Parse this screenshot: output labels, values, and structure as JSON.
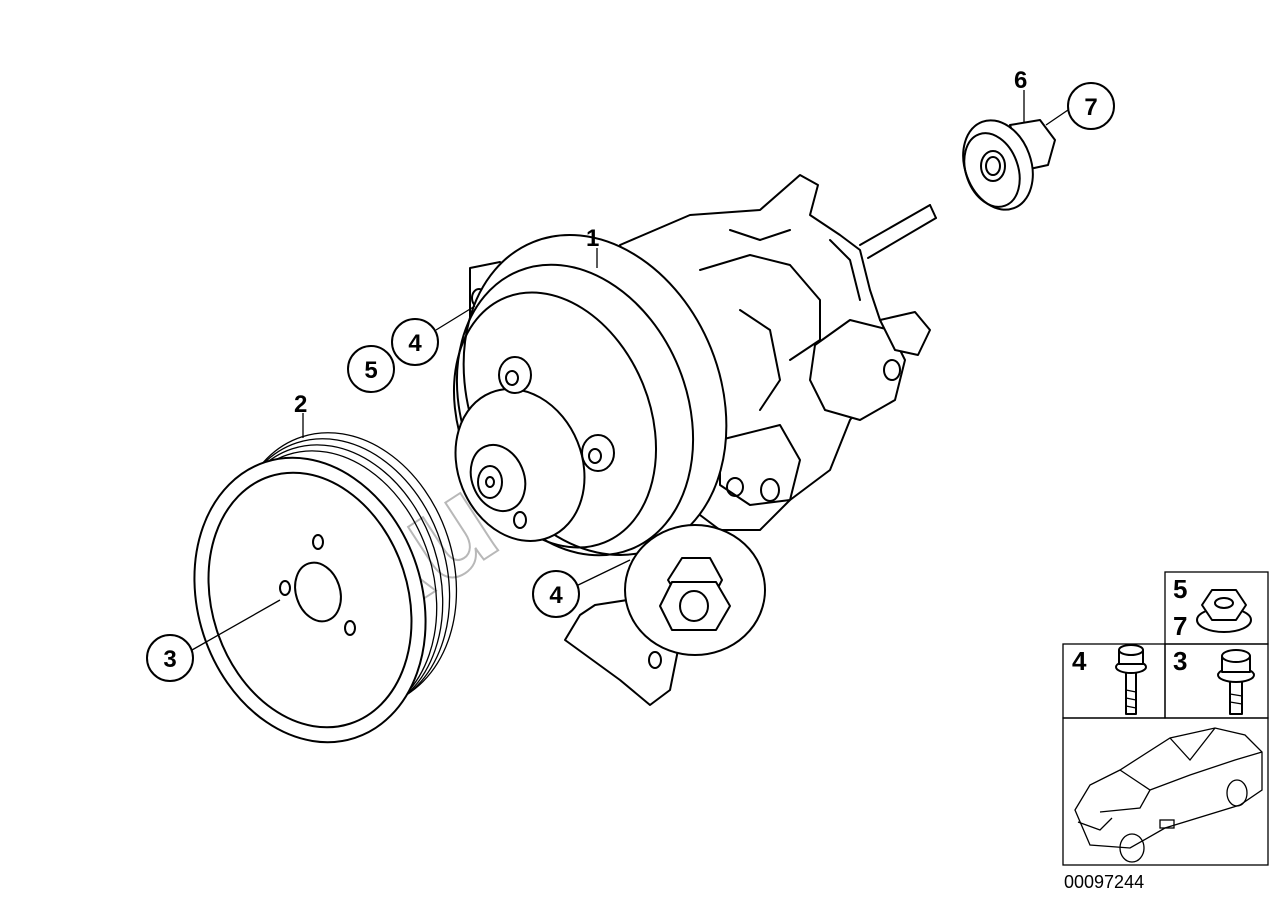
{
  "watermark": "AutoSoft",
  "callouts": {
    "pump": "1",
    "pulley": "2",
    "pulley_bolt": "3",
    "bolt_upper": "4",
    "bolt_lower": "4",
    "nut_upper": "5",
    "nut_top": "6",
    "cap": "7"
  },
  "legend": {
    "nut_labels": [
      "5",
      "7"
    ],
    "bolt_long_label": "4",
    "bolt_short_label": "3"
  },
  "diagram_code": "00097244"
}
